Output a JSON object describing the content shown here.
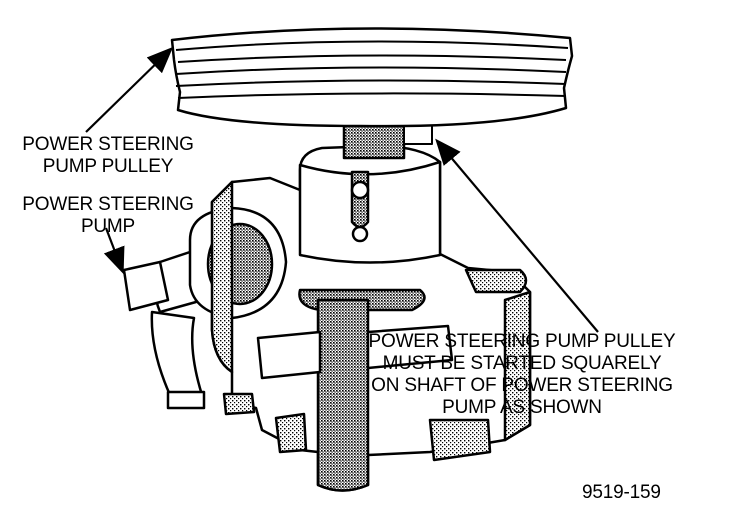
{
  "labels": {
    "pulley_line1": "POWER STEERING",
    "pulley_line2": "PUMP PULLEY",
    "pump_line1": "POWER STEERING",
    "pump_line2": "PUMP"
  },
  "note": {
    "line1": "POWER STEERING PUMP PULLEY",
    "line2": "MUST BE STARTED SQUARELY",
    "line3": "ON SHAFT OF POWER STEERING",
    "line4": "PUMP AS SHOWN"
  },
  "figure_code": "9519-159",
  "colors": {
    "ink": "#000000",
    "paper": "#ffffff",
    "shade": "#9a9a9a"
  }
}
